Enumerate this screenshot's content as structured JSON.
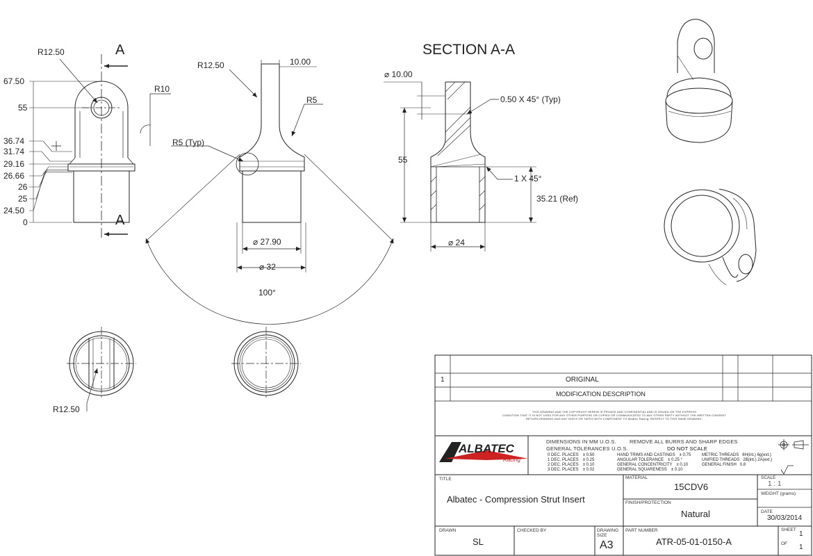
{
  "section_title": "SECTION A-A",
  "section_markers": {
    "top": "A",
    "bottom": "A"
  },
  "front_view": {
    "radius_top": "R12.50",
    "radius_side": "R10",
    "height_labels": [
      "67.50",
      "55",
      "36.74",
      "31.74",
      "29.16",
      "26.66",
      "26",
      "25",
      "24.50",
      "0"
    ]
  },
  "side_view": {
    "radius_top": "R12.50",
    "width_top": "10.00",
    "fillet": "R5",
    "fillet_typ": "R5 (Typ)",
    "dia_inner": "⌀ 27.90",
    "dia_outer": "⌀ 32",
    "angle": "100°"
  },
  "section_view": {
    "dia_hole": "⌀ 10.00",
    "chamfer_top": "0.50 X 45° (Typ)",
    "chamfer_bottom": "1 X 45°",
    "height": "55",
    "ref_length": "35.21 (Ref)",
    "dia_bottom": "⌀ 24"
  },
  "bottom_view": {
    "radius": "R12.50"
  },
  "title_block": {
    "rev_number": "1",
    "rev_text": "ORIGINAL",
    "mod_description": "MODIFICATION DESCRIPTION",
    "confidential": [
      "THIS DRAWING AND THE COPYRIGHT HEREIN IS PRIVATE AND CONFIDENTIAL AND IS ISSUED ON THE EXPRESS",
      "CONDITION THAT IT IS NOT USED FOR ANY OTHER PURPOSE OR COPIED OR COMMUNICATED TO ANY OTHER PARTY WITHOUT THE WRITTEN CONSENT",
      "RETURN DRAWING AND ANY DISCS OR TAPES WITH COMPONENT TO Albatec Racing. RESPECT TO THIS SAME DRAWING."
    ],
    "logo_text": "ALBATEC",
    "logo_sub": "Racing",
    "dims_note": "DIMENSIONS IN MM U.O.S.",
    "burrs_note": "REMOVE ALL BURRS AND SHARP EDGES",
    "tol_note": "GENERAL TOLERANCES U.O.S.",
    "no_scale": "DO NOT SCALE",
    "decimals": [
      {
        "label": "0 DEC. PLACES",
        "value": "± 0.50"
      },
      {
        "label": "1 DEC. PLACES",
        "value": "± 0.25"
      },
      {
        "label": "2 DEC. PLACES",
        "value": "± 0.10"
      },
      {
        "label": "3 DEC. PLACES",
        "value": "± 0.02"
      }
    ],
    "general": [
      {
        "label": "HAND TRIMS AND CASTINGS",
        "value": "± 0.75"
      },
      {
        "label": "ANGULAR TOLERANCE",
        "value": "± 0.25 °"
      },
      {
        "label": "GENERAL CONCENTRICITY",
        "value": "± 0.10"
      },
      {
        "label": "GENERAL SQUARENESS",
        "value": "± 0.10"
      }
    ],
    "threads": [
      {
        "label": "METRIC THREADS",
        "value": "6H(int.) 6g(ext.)"
      },
      {
        "label": "UNIFIED THREADS",
        "value": "2B(int.) 2A(ext.)"
      },
      {
        "label": "GENERAL FINISH",
        "value": "0.8"
      }
    ],
    "title_label": "TITLE",
    "title": "Albatec - Compression Strut Insert",
    "material_label": "MATERIAL",
    "material": "15CDV6",
    "finish_label": "FINISH/PROTECTION",
    "finish": "Natural",
    "scale_label": "SCALE",
    "scale": "1 : 1",
    "weight_label": "WEIGHT (grams)",
    "date_label": "DATE",
    "date": "30/03/2014",
    "drawn_label": "DRAWN",
    "drawn": "SL",
    "checked_label": "CHECKED BY",
    "size_label": "DRAWING SIZE",
    "size": "A3",
    "part_label": "PART NUMBER",
    "part_number": "ATR-05-01-0150-A",
    "sheet_label": "SHEET",
    "sheet": "1",
    "of_label": "OF",
    "of": "1"
  }
}
